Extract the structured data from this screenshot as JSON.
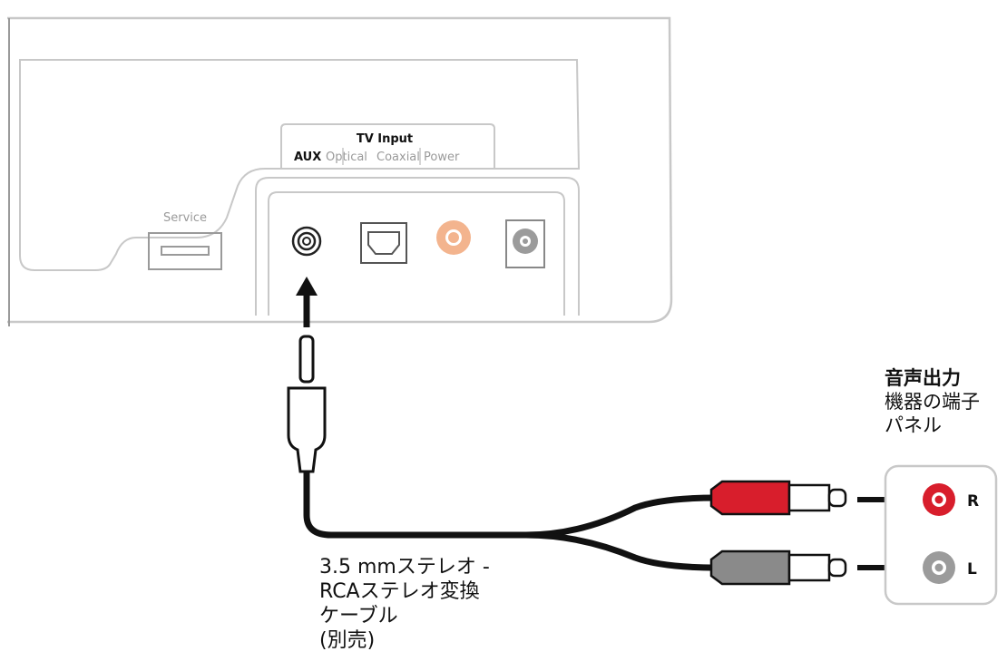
{
  "soundbar": {
    "tv_input_title": "TV Input",
    "ports": {
      "aux": "AUX",
      "optical": "Optical",
      "coaxial": "Coaxial",
      "power": "Power"
    },
    "service": "Service"
  },
  "device": {
    "title": "音声出力",
    "subtitle_line1": "機器の端子",
    "subtitle_line2": "パネル",
    "right": "R",
    "left": "L"
  },
  "cable": {
    "line1": "3.5 mmステレオ -",
    "line2": "RCAステレオ変換",
    "line3": "ケーブル",
    "line4": "(別売)"
  },
  "colors": {
    "outline": "#c8c8c8",
    "cable": "#111111",
    "red_plug": "#d81e2c",
    "gray_plug": "#8a8a8a",
    "coax_port": "#f3b48e",
    "power_port": "#9b9b9b"
  }
}
